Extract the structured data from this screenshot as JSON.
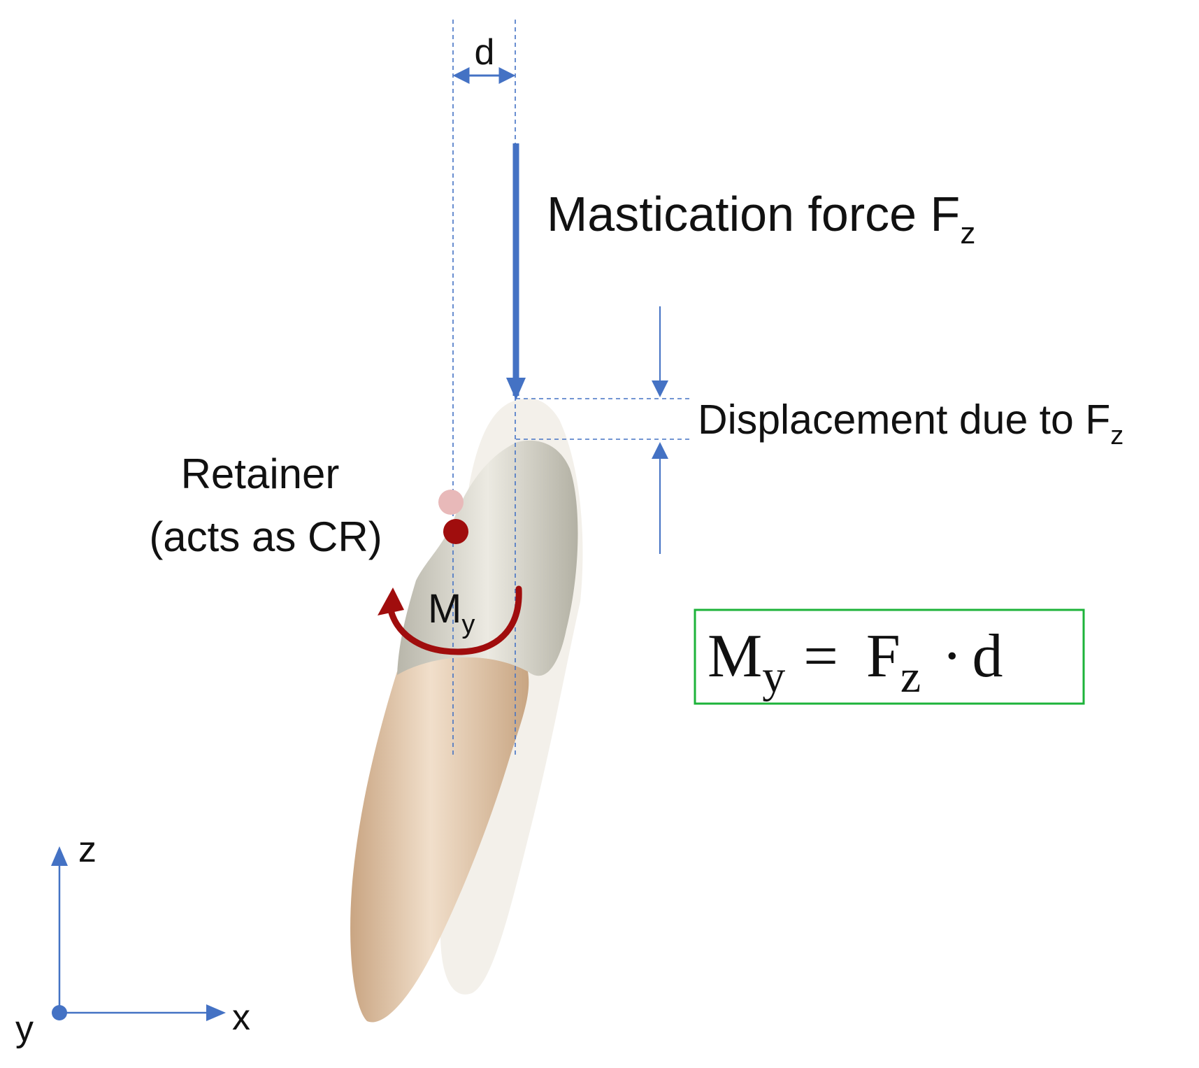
{
  "labels": {
    "d": "d",
    "mastication_force": "Mastication force F",
    "mastication_force_sub": "z",
    "displacement": "Displacement due to F",
    "displacement_sub": "z",
    "retainer_line1": "Retainer",
    "retainer_line2": "(acts as CR)",
    "moment": "M",
    "moment_sub": "y"
  },
  "equation": {
    "lhs": "M",
    "lhs_sub": "y",
    "equals": "=",
    "rhs": "F",
    "rhs_sub": "z",
    "dot": "·",
    "d": "d"
  },
  "axes": {
    "z_label": "z",
    "x_label": "x",
    "y_label": "y"
  },
  "colors": {
    "blue": "#4472c4",
    "dark_red": "#a00d0d",
    "light_red": "#e8b9b9",
    "green_box": "#1db33a",
    "enamel": "#c9c7bb",
    "root": "#d9bb9a"
  }
}
